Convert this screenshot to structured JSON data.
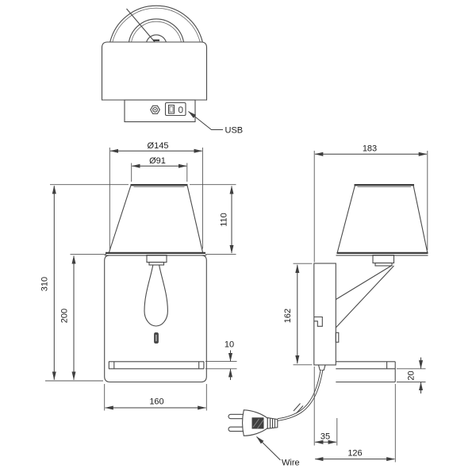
{
  "drawing": {
    "type": "technical-dimension-drawing",
    "subject": "wall-lamp-with-usb",
    "background_color": "#ffffff",
    "line_color": "#4a4a4a",
    "text_color": "#1c1c1c",
    "labels": {
      "usb": "USB",
      "wire": "Wire"
    },
    "icons": {
      "switch": "power-switch-icon",
      "usb_ports": "usb-ports-icon",
      "plug": "power-plug-icon"
    },
    "front_view": {
      "dim_shade_outer_diameter": "Ø145",
      "dim_shade_top_diameter": "Ø91",
      "dim_shade_height": "110",
      "dim_total_height": "310",
      "dim_body_height": "200",
      "dim_shelf_thickness": "10",
      "dim_body_width": "160"
    },
    "side_view": {
      "dim_total_depth": "183",
      "dim_backplate_height": "162",
      "dim_base_height": "20",
      "dim_backplate_depth": "35",
      "dim_shelf_depth": "126"
    }
  }
}
